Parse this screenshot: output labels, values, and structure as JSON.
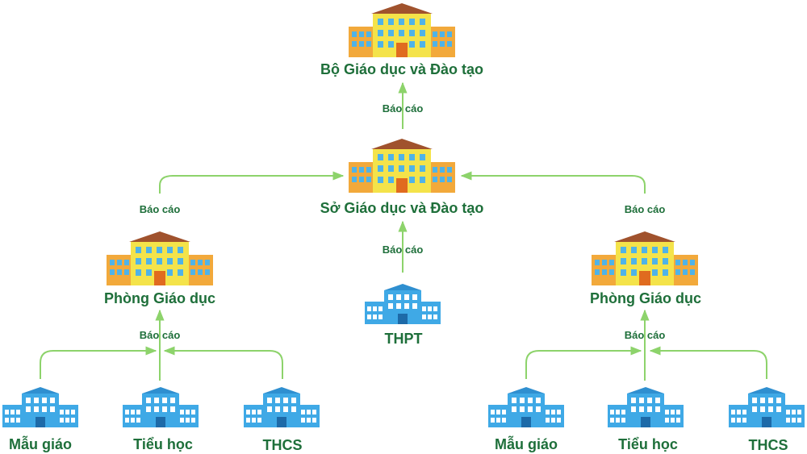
{
  "colors": {
    "edge": "#8dd36b",
    "text": "#1e6f3a",
    "building_large_body": "#f4e34a",
    "building_large_wing": "#f2a93b",
    "building_large_roof": "#a0522d",
    "building_large_window": "#4fb3e8",
    "building_large_door": "#e06b1f",
    "building_small_body": "#3fa9e6",
    "building_small_roof": "#2f8fd0",
    "building_small_window": "#ffffff",
    "building_small_door": "#1d6aa8"
  },
  "nodes": {
    "ministry": {
      "label": "Bộ Giáo dục và Đào tạo",
      "icon": "school-building-large-icon"
    },
    "department": {
      "label": "Sở Giáo dục và Đào tạo",
      "icon": "school-building-large-icon"
    },
    "office_left": {
      "label": "Phòng Giáo dục",
      "icon": "school-building-large-icon"
    },
    "office_right": {
      "label": "Phòng Giáo dục",
      "icon": "school-building-large-icon"
    },
    "highschool": {
      "label": "THPT",
      "icon": "school-building-small-icon"
    },
    "kinder_left": {
      "label": "Mẫu giáo",
      "icon": "school-building-small-icon"
    },
    "primary_left": {
      "label": "Tiểu học",
      "icon": "school-building-small-icon"
    },
    "secondary_left": {
      "label": "THCS",
      "icon": "school-building-small-icon"
    },
    "kinder_right": {
      "label": "Mẫu giáo",
      "icon": "school-building-small-icon"
    },
    "primary_right": {
      "label": "Tiểu học",
      "icon": "school-building-small-icon"
    },
    "secondary_right": {
      "label": "THCS",
      "icon": "school-building-small-icon"
    }
  },
  "edge_labels": {
    "department_to_ministry": "Báo cáo",
    "office_left_to_department": "Báo cáo",
    "office_right_to_department": "Báo cáo",
    "highschool_to_department": "Báo cáo",
    "schools_left_to_office": "Báo cáo",
    "schools_right_to_office": "Báo cáo"
  }
}
